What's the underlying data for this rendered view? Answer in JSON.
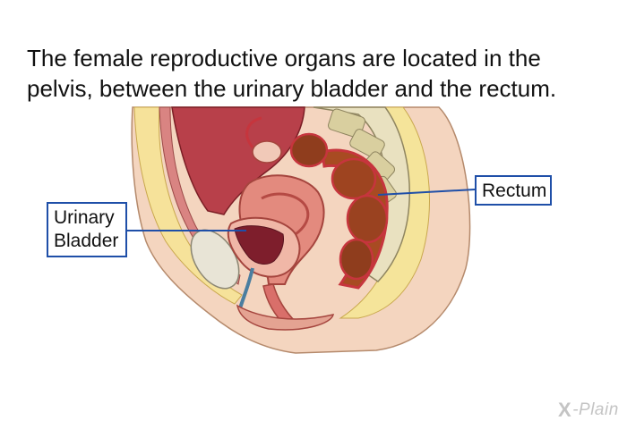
{
  "caption": {
    "line1": "The female reproductive organs are located in the",
    "line2": "pelvis, between the urinary bladder and the rectum."
  },
  "labels": {
    "rectum": "Rectum",
    "bladder_line1": "Urinary",
    "bladder_line2": "Bladder"
  },
  "brand": {
    "mark": "X",
    "text": "-Plain"
  },
  "colors": {
    "label_border": "#1f4fa8",
    "skin": "#f2d1b9",
    "fat": "#f3e08c",
    "muscle": "#d97a78",
    "rectum": "#a84b22",
    "bladder_lining": "#7e1e2c",
    "peritoneum": "#c6353d"
  }
}
